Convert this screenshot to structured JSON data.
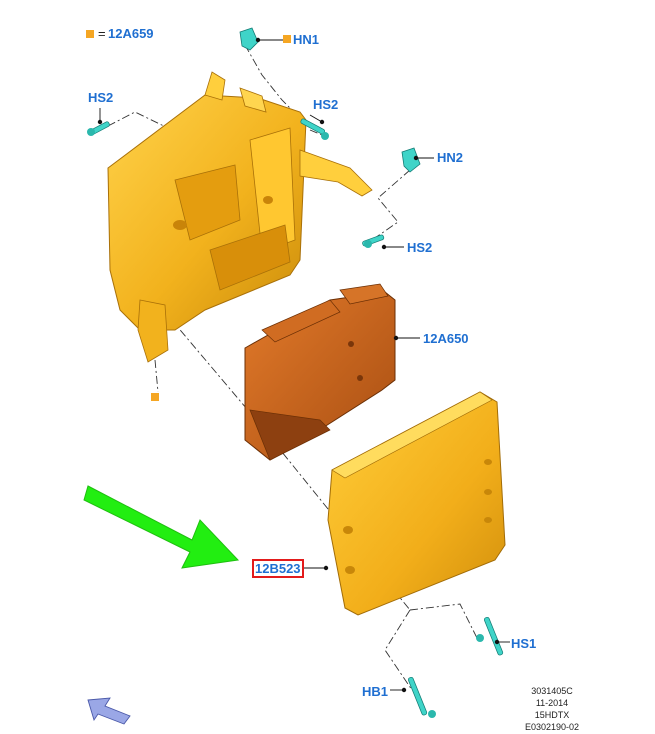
{
  "legend": {
    "symbol_text": "=",
    "code": "12A659",
    "marker_color": "#f5a623"
  },
  "callouts": {
    "hn1": "HN1",
    "hn2": "HN2",
    "hs2_left": "HS2",
    "hs2_mid": "HS2",
    "hs2_right": "HS2",
    "module": "12A650",
    "cover": "12B523",
    "hs1": "HS1",
    "hb1": "HB1"
  },
  "reference_block": [
    "3031405C",
    "11-2014",
    "15HDTX",
    "E0302190-02"
  ],
  "colors": {
    "callout_text": "#1f6fd1",
    "highlight_box": "#e31b1b",
    "bracket": "#f2b21d",
    "module": "#c8621a",
    "fastener": "#3fd4c8",
    "arrow": "#22ee11",
    "view_arrow": "#9aa7e6"
  },
  "icons": [
    "pointer-arrow-icon",
    "view-direction-icon"
  ]
}
